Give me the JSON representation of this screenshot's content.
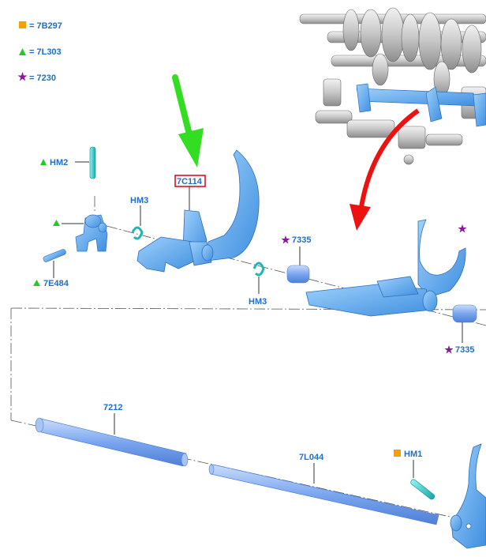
{
  "legend": [
    {
      "symbol": "square",
      "color": "#f5a000",
      "text": "= 7B297"
    },
    {
      "symbol": "triangle",
      "color": "#22cc22",
      "text": "= 7L303"
    },
    {
      "symbol": "star",
      "color": "#8a1a9a",
      "text": "= 7230"
    }
  ],
  "labels": {
    "hm2": "HM2",
    "hm3_top": "HM3",
    "hm3_mid": "HM3",
    "p7c114": "7C114",
    "p7e484": "7E484",
    "p7335_top": "7335",
    "p7335_bottom": "7335",
    "p7212": "7212",
    "p7l044": "7L044",
    "hm1": "HM1"
  },
  "colors": {
    "part_blue": "#4a9be8",
    "part_blue_light": "#8cc4f5",
    "teal": "#1fb5b5",
    "label_blue": "#1f6fc7",
    "highlight_box": "#d8001c",
    "arrow_green": "#33dd22",
    "arrow_red": "#ee1111",
    "marker_green": "#22cc22",
    "marker_orange": "#f5a000",
    "marker_purple": "#8a1a9a"
  }
}
